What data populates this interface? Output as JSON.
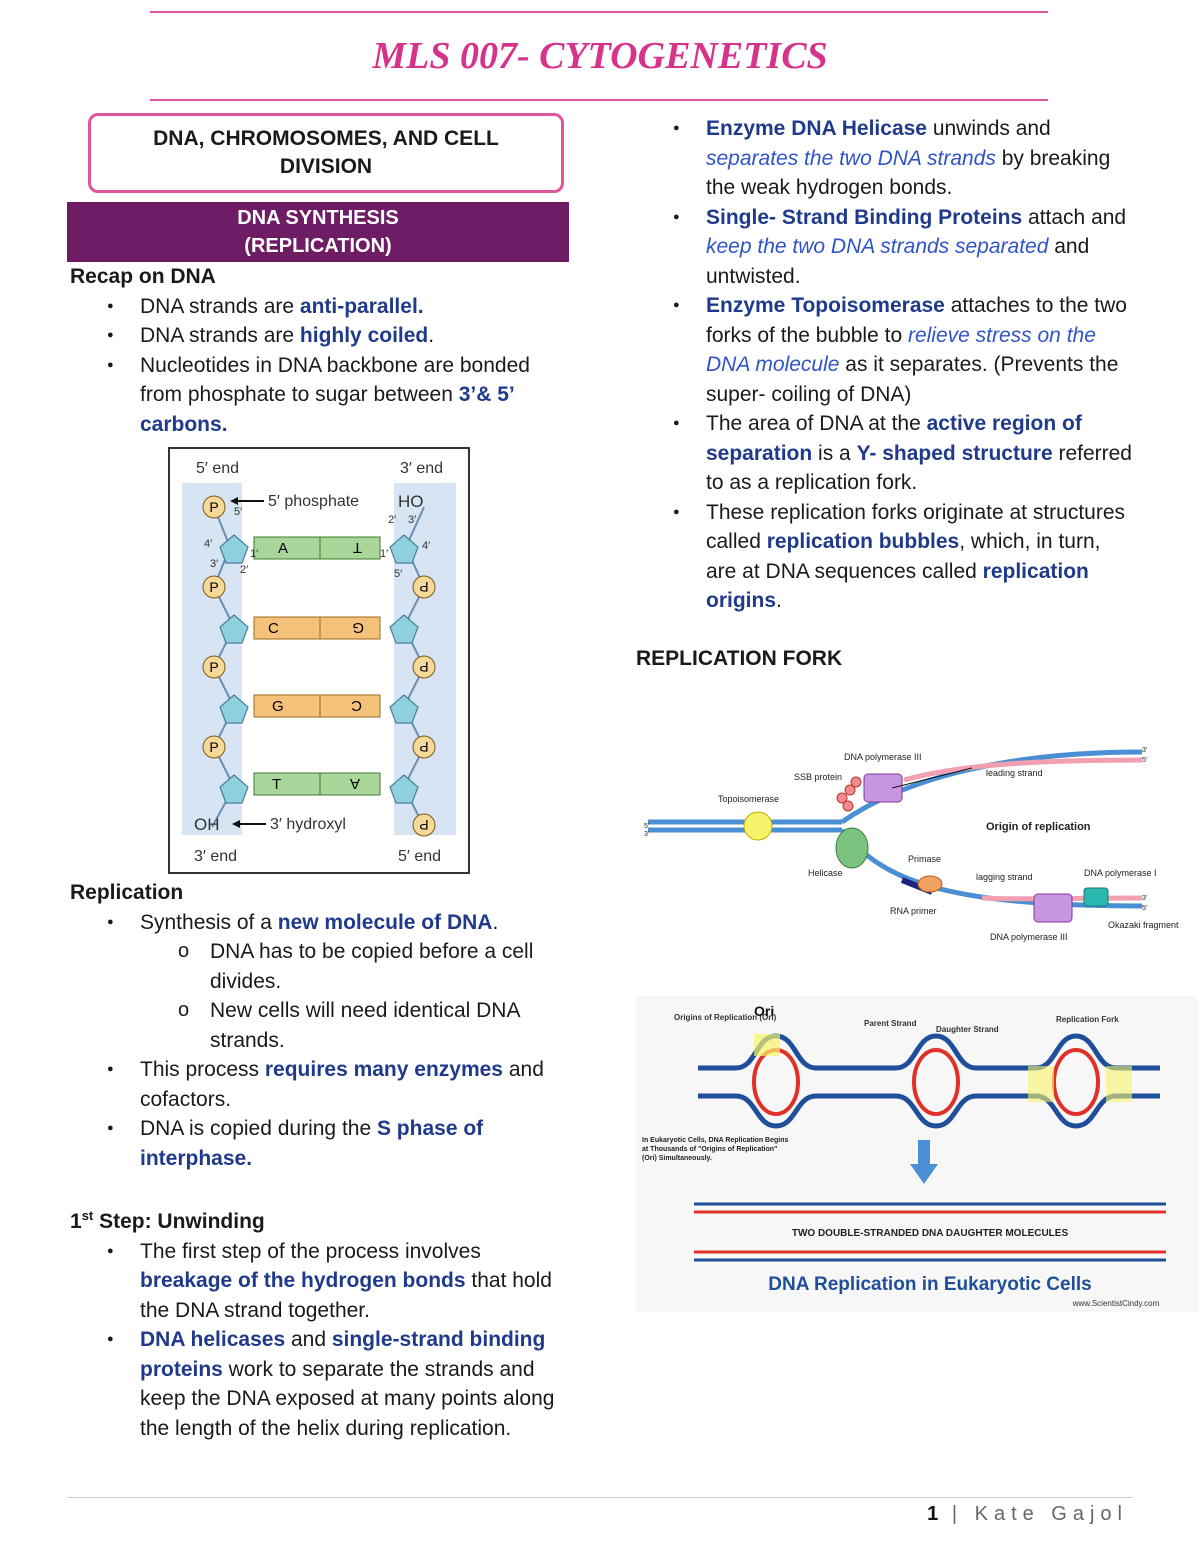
{
  "header": {
    "title": "MLS 007- CYTOGENETICS"
  },
  "left": {
    "section_box": "DNA, CHROMOSOMES, AND CELL DIVISION",
    "banner_line1": "DNA SYNTHESIS",
    "banner_line2": "(REPLICATION)",
    "recap_heading": "Recap on DNA",
    "recap1_a": "DNA strands are ",
    "recap1_b": "anti-parallel.",
    "recap2_a": "DNA strands are ",
    "recap2_b": "highly coiled",
    "recap2_c": ".",
    "recap3_a": "Nucleotides in DNA backbone are bonded from phosphate to sugar between ",
    "recap3_b": "3’& 5’ carbons.",
    "replication_heading": "Replication",
    "rep1_a": "Synthesis of a ",
    "rep1_b": "new molecule of DNA",
    "rep1_c": ".",
    "rep1_sub1": "DNA has to be copied before a cell divides.",
    "rep1_sub2": "New cells will need identical DNA strands.",
    "rep2_a": "This process ",
    "rep2_b": "requires many enzymes",
    "rep2_c": " and cofactors.",
    "rep3_a": "DNA is copied during the ",
    "rep3_b": "S phase of interphase.",
    "step_heading_a": "1",
    "step_heading_sup": "st",
    "step_heading_b": " Step: Unwinding",
    "step1_a": "The first step of the process involves ",
    "step1_b": "breakage of the hydrogen bonds",
    "step1_c": " that hold the DNA strand together.",
    "step2_a": "DNA helicases",
    "step2_b": " and ",
    "step2_c": "single-strand binding proteins",
    "step2_d": " work to separate the strands and keep the DNA exposed at many points along the length of the helix during replication."
  },
  "diagram1": {
    "top_left": "5′ end",
    "top_right": "3′ end",
    "bottom_left": "3′ end",
    "bottom_right": "5′ end",
    "phosphate": "5′ phosphate",
    "hydroxyl": "3′ hydroxyl",
    "oh": "OH",
    "ho": "HO",
    "p": "P",
    "bases_left": [
      "A",
      "C",
      "G",
      "T"
    ],
    "bases_right": [
      "T",
      "G",
      "C",
      "A"
    ],
    "n5": "5′",
    "n4": "4′",
    "n3": "3′",
    "n2": "2′",
    "n1": "1′"
  },
  "right": {
    "b1_a": "Enzyme DNA Helicase",
    "b1_b": " unwinds and ",
    "b1_c": "separates the two DNA strands",
    "b1_d": " by breaking the weak hydrogen bonds.",
    "b2_a": "Single- Strand Binding Proteins",
    "b2_b": " attach and ",
    "b2_c": "keep the two DNA strands separated",
    "b2_d": " and untwisted.",
    "b3_a": "Enzyme Topoisomerase",
    "b3_b": " attaches to the two forks of the bubble to ",
    "b3_c": "relieve stress on the DNA molecule",
    "b3_d": " as it separates. (Prevents the super- coiling of DNA)",
    "b4_a": "The area of DNA at the ",
    "b4_b": "active region of separation",
    "b4_c": " is a ",
    "b4_d": "Y- shaped structure",
    "b4_e": " referred to as a replication fork.",
    "b5_a": "These replication forks originate at structures called ",
    "b5_b": "replication bubbles",
    "b5_c": ", which, in turn, are at DNA sequences called ",
    "b5_d": "replication origins",
    "b5_e": ".",
    "fork_heading": "REPLICATION FORK"
  },
  "fork": {
    "dnapol3_top": "DNA polymerase III",
    "ssb": "SSB protein",
    "topo": "Topoisomerase",
    "leading": "leading strand",
    "origin": "Origin of replication",
    "helicase": "Helicase",
    "primase": "Primase",
    "lagging": "lagging strand",
    "dnapol1": "DNA polymerase I",
    "rnaprimer": "RNA primer",
    "dnapol3_bot": "DNA polymerase III",
    "okazaki": "Okazaki fragment",
    "p3": "3'",
    "p5": "5'"
  },
  "euk": {
    "ori_label": "Origins of Replication (Ori)",
    "ori": "Ori",
    "parent": "Parent Strand",
    "daughter": "Daughter Strand",
    "fork": "Replication Fork",
    "note": "In Eukaryotic Cells, DNA Replication Begins at Thousands of \"Origins of Replication\" (Ori) Simultaneously.",
    "molecules": "TWO DOUBLE-STRANDED DNA DAUGHTER MOLECULES",
    "caption": "DNA Replication in Eukaryotic Cells",
    "site": "www.ScientistCindy.com"
  },
  "footer": {
    "page": "1",
    "author": "Kate Gajol"
  },
  "colors": {
    "accent": "#d6338a",
    "banner": "#6e1c64",
    "highlight": "#1f3a8a"
  }
}
